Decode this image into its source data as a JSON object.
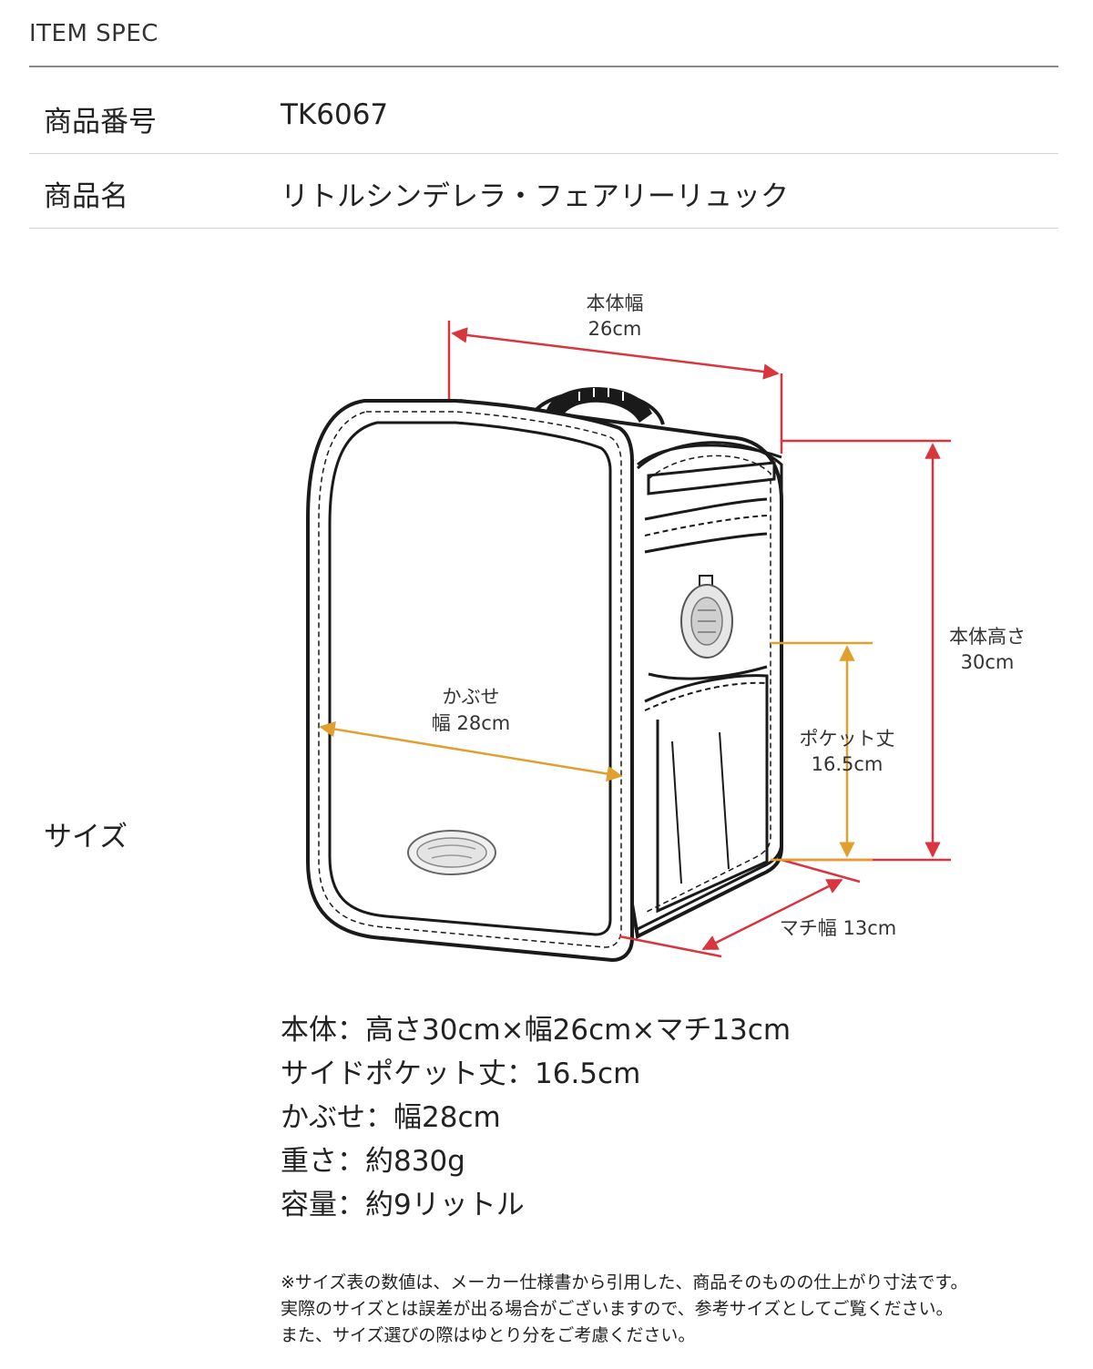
{
  "heading": "ITEM SPEC",
  "rows": [
    {
      "label": "商品番号",
      "value": "TK6067"
    },
    {
      "label": "商品名",
      "value": "リトルシンデレラ・フェアリーリュック"
    },
    {
      "label": "サイズ"
    }
  ],
  "diagram": {
    "body_width": {
      "title": "本体幅",
      "value": "26cm"
    },
    "body_height": {
      "title": "本体高さ",
      "value": "30cm"
    },
    "flap_width": {
      "title": "かぶせ",
      "value": "幅 28cm"
    },
    "pocket_height": {
      "title": "ポケット丈",
      "value": "16.5cm"
    },
    "gusset_width": "マチ幅 13cm",
    "colors": {
      "red_dimension": "#d9353f",
      "orange_dimension": "#e0a030",
      "outline": "#1a1a1a"
    }
  },
  "specs": [
    "本体：高さ30cm×幅26cm×マチ13cm",
    "サイドポケット丈：16.5cm",
    "かぶせ：幅28cm",
    "重さ：約830g",
    "容量：約9リットル"
  ],
  "notes": [
    "※サイズ表の数値は、メーカー仕様書から引用した、商品そのものの仕上がり寸法です。",
    "実際のサイズとは誤差が出る場合がございますので、参考サイズとしてご覧ください。",
    "また、サイズ選びの際はゆとり分をご考慮ください。"
  ]
}
